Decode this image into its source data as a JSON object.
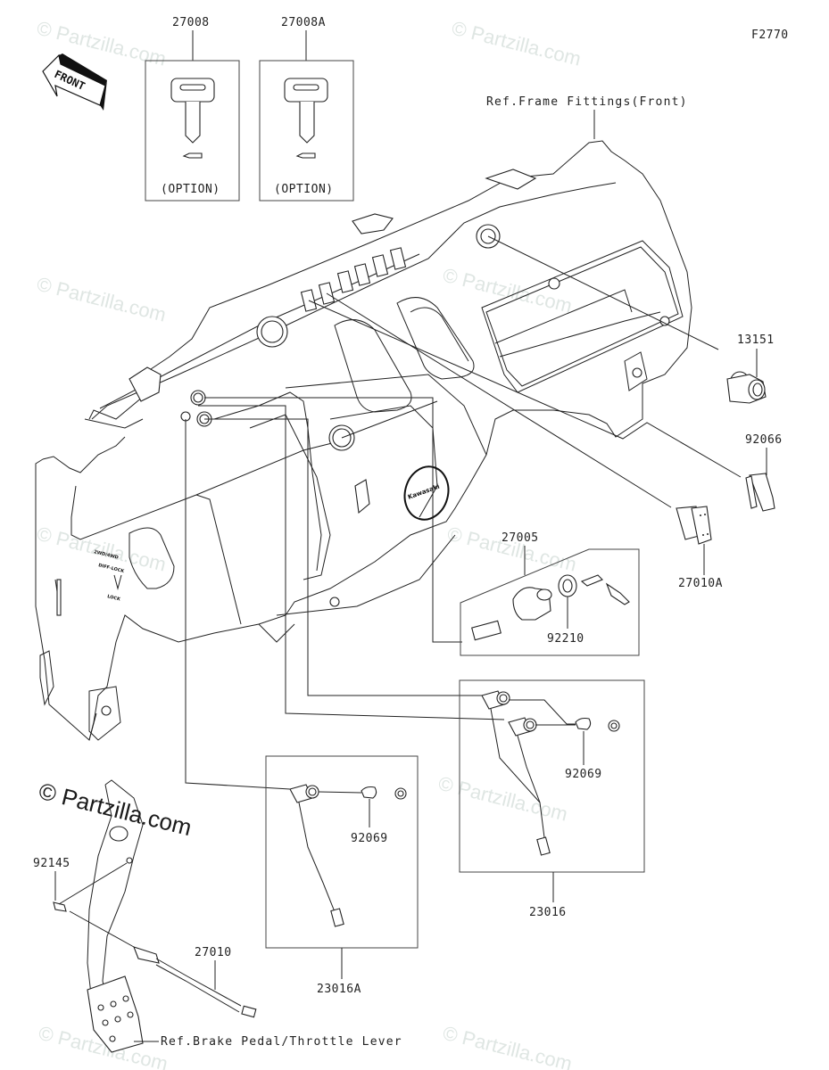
{
  "diagram": {
    "figure_id": "F2770",
    "front_arrow_label": "FRONT",
    "watermark": "© Partzilla.com",
    "watermark_main": "© Partzilla.com",
    "reference_labels": {
      "frame_fittings": "Ref.Frame Fittings(Front)",
      "brake_pedal": "Ref.Brake Pedal/Throttle Lever"
    },
    "option_boxes": [
      {
        "part_number": "27008",
        "note": "(OPTION)"
      },
      {
        "part_number": "27008A",
        "note": "(OPTION)"
      }
    ],
    "parts": [
      {
        "part_number": "13151",
        "name": "power-socket"
      },
      {
        "part_number": "92066",
        "name": "switch-cover"
      },
      {
        "part_number": "27010A",
        "name": "rocker-switch"
      },
      {
        "part_number": "27005",
        "name": "ignition-switch"
      },
      {
        "part_number": "92210",
        "name": "ignition-nut"
      },
      {
        "part_number": "92069",
        "name": "bulb-a"
      },
      {
        "part_number": "23016",
        "name": "lamp-assembly"
      },
      {
        "part_number": "92069",
        "name": "bulb-b"
      },
      {
        "part_number": "23016A",
        "name": "lamp-assembly-a"
      },
      {
        "part_number": "92145",
        "name": "spring"
      },
      {
        "part_number": "27010",
        "name": "brake-switch"
      }
    ]
  }
}
